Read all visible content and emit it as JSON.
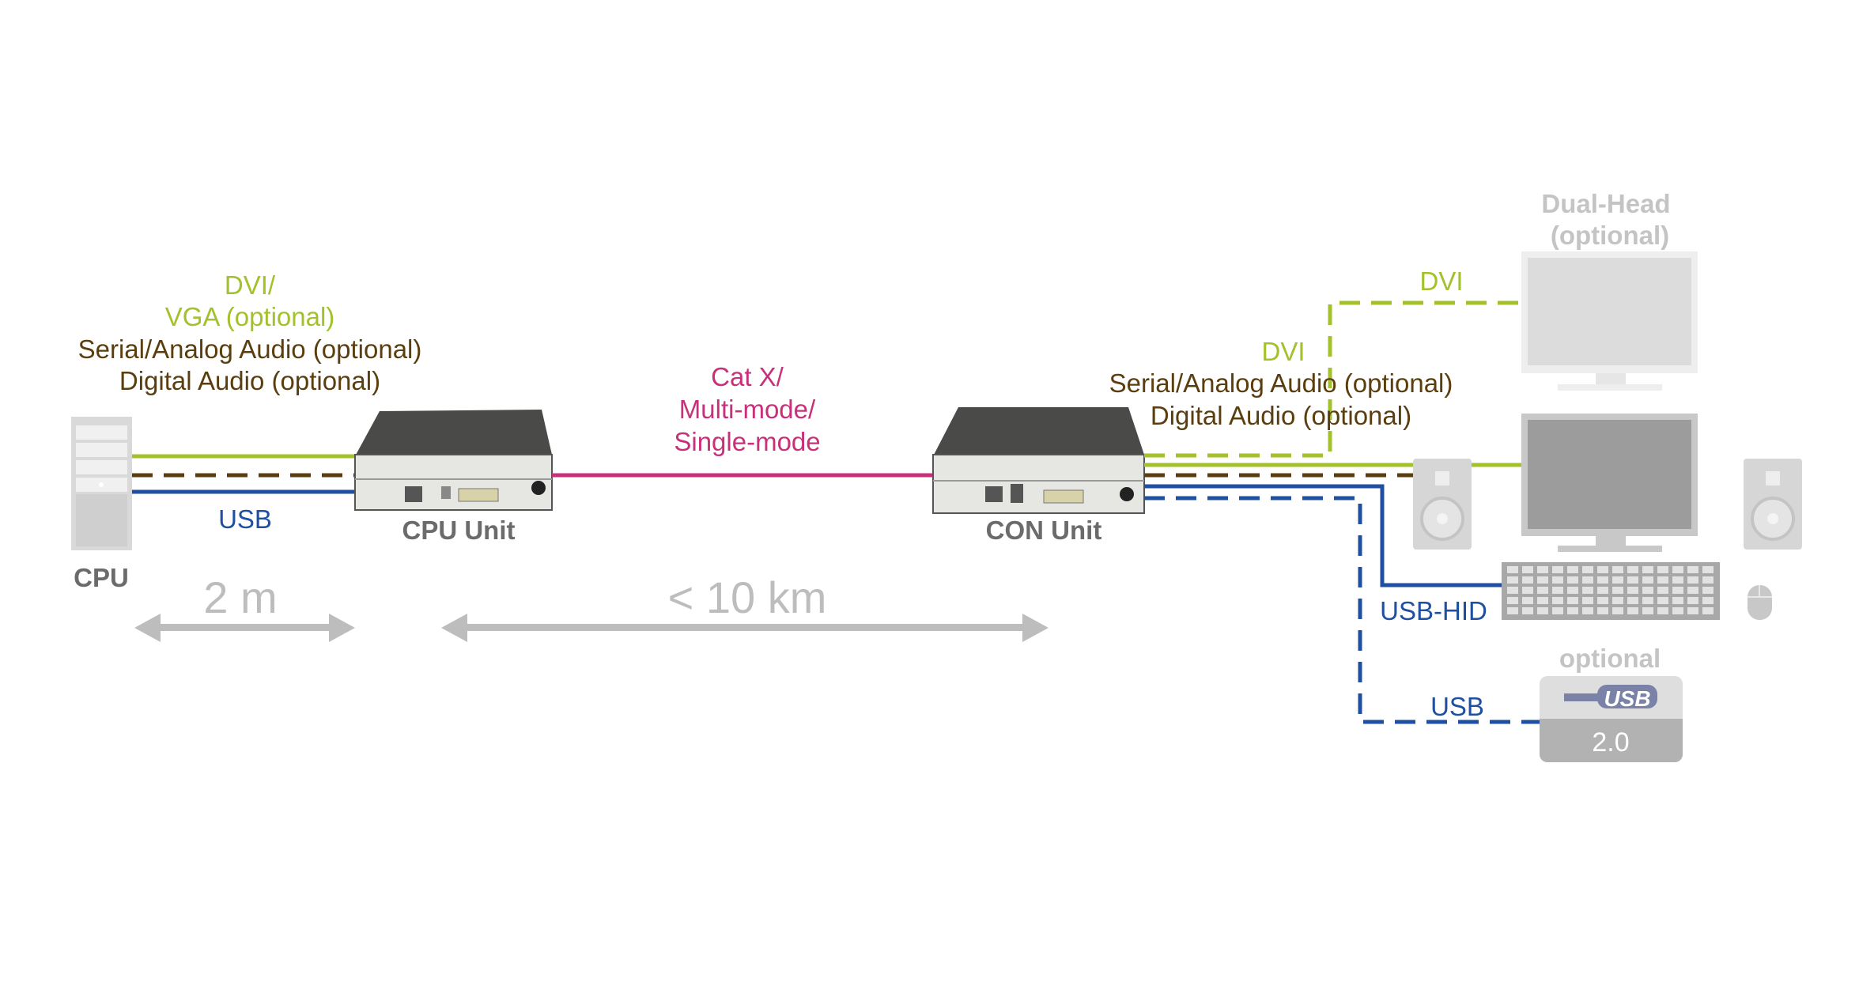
{
  "colors": {
    "video": "#a3c12a",
    "audio": "#5a3e0f",
    "usb": "#1f4fa0",
    "link": "#c8317a",
    "device_label": "#6b6b6b",
    "dimension": "#bdbdbd"
  },
  "cpu_side": {
    "labels": [
      "DVI/",
      "VGA (optional)",
      "Serial/Analog Audio (optional)",
      "Digital Audio (optional)"
    ],
    "usb_label": "USB",
    "cpu_label": "CPU",
    "cpu_unit_label": "CPU Unit",
    "distance": "2 m"
  },
  "link": {
    "labels": [
      "Cat X/",
      "Multi-mode/",
      "Single-mode"
    ],
    "distance": "< 10 km"
  },
  "con_side": {
    "con_unit_label": "CON Unit",
    "labels": [
      "DVI",
      "Serial/Analog Audio (optional)",
      "Digital Audio (optional)"
    ],
    "dual_head_dvi": "DVI",
    "dual_head_title": [
      "Dual-Head",
      "(optional)"
    ],
    "usb_hid_label": "USB-HID",
    "usb_label": "USB",
    "usb_optional": "optional",
    "usb_logo_text": "USB",
    "usb_version": "2.0"
  }
}
